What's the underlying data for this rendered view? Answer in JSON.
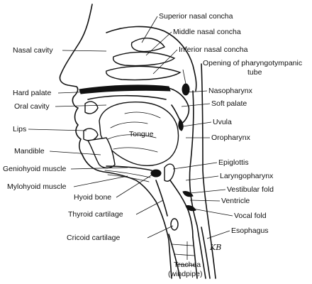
{
  "labels": {
    "superior_nasal_concha": "Superior nasal concha",
    "middle_nasal_concha": "Middle nasal concha",
    "nasal_cavity": "Nasal cavity",
    "inferior_nasal_concha": "Inferior nasal concha",
    "opening_line1": "Opening of pharyngotympanic",
    "opening_line2": "tube",
    "hard_palate": "Hard palate",
    "nasopharynx": "Nasopharynx",
    "oral_cavity": "Oral cavity",
    "soft_palate": "Soft palate",
    "lips": "Lips",
    "uvula": "Uvula",
    "tongue": "Tongue",
    "oropharynx": "Oropharynx",
    "mandible": "Mandible",
    "epiglottis": "Epiglottis",
    "geniohyoid": "Geniohyoid muscle",
    "laryngopharynx": "Laryngopharynx",
    "mylohyoid": "Mylohyoid muscle",
    "vestibular_fold": "Vestibular fold",
    "hyoid_bone": "Hyoid bone",
    "ventricle": "Ventricle",
    "thyroid_cartilage": "Thyroid cartilage",
    "vocal_fold": "Vocal fold",
    "esophagus": "Esophagus",
    "cricoid_cartilage": "Cricoid cartilage",
    "trachea_line1": "Trachea",
    "trachea_line2": "(windpipe)"
  },
  "signature": "KB"
}
